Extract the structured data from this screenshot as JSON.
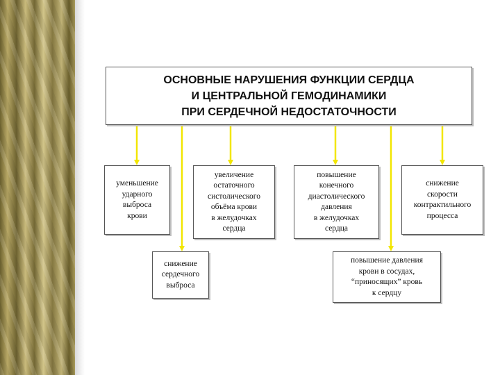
{
  "title": {
    "line1": "ОСНОВНЫЕ  НАРУШЕНИЯ  ФУНКЦИИ  СЕРДЦА",
    "line2": "И  ЦЕНТРАЛЬНОЙ  ГЕМОДИНАМИКИ",
    "line3": "ПРИ   СЕРДЕЧНОЙ  НЕДОСТАТОЧНОСТИ"
  },
  "boxes": {
    "stroke_volume": "уменьшение\nударного\nвыброса\nкрови",
    "residual_volume": "увеличение\nостаточного\nсистолического\nобъёма крови\nв  желудочках\nсердца",
    "diastolic_pressure": "повышение\nконечного\nдиастолического\nдавления\nв желудочках\nсердца",
    "contractility": "снижение\nскорости\nконтрактильного\nпроцесса",
    "cardiac_output": "снижение\nсердечного\nвыброса",
    "venous_pressure": "повышение давления\nкрови в сосудах,\n“приносящих” кровь\nк сердцу"
  },
  "colors": {
    "arrow": "#f2e600",
    "border": "#555555"
  }
}
